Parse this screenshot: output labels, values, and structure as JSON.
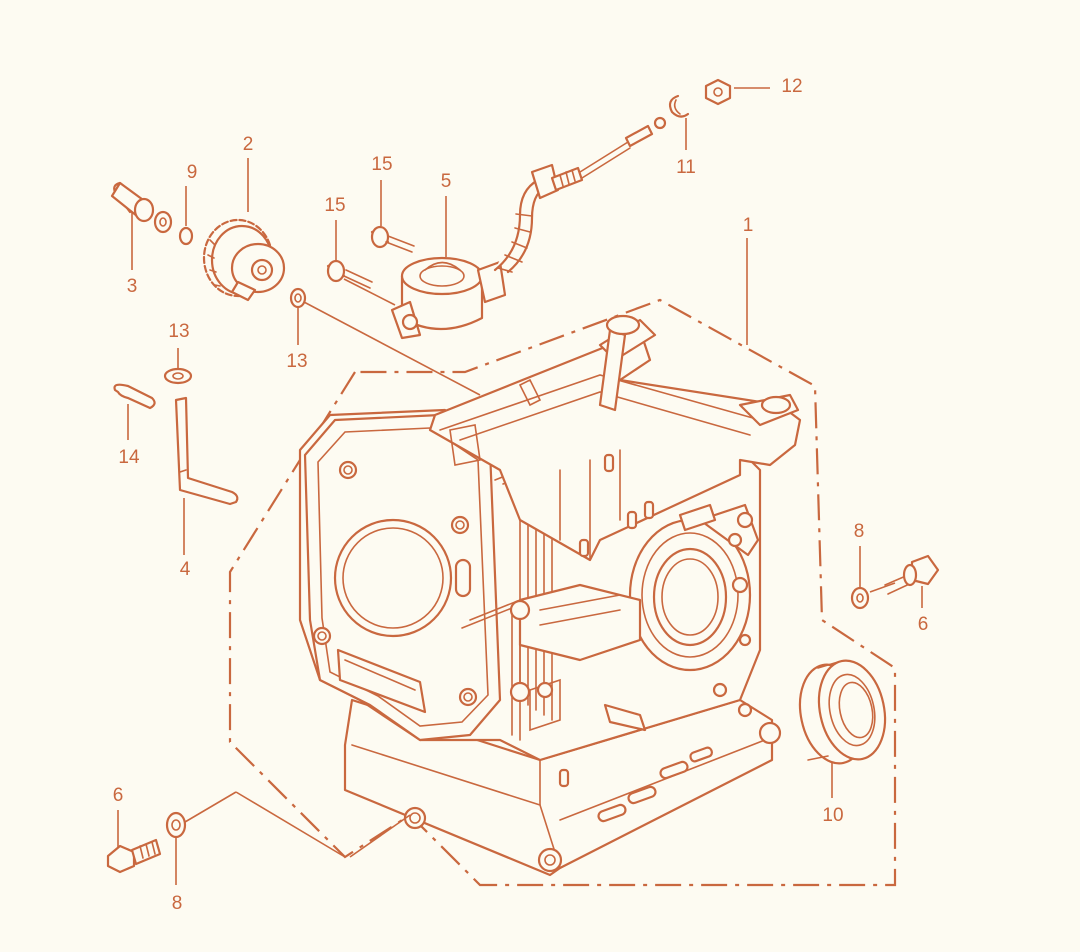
{
  "colors": {
    "line": "#c9683f",
    "background": "#fdfbf2"
  },
  "callouts": {
    "c1": "1",
    "c2": "2",
    "c3": "3",
    "c4": "4",
    "c5": "5",
    "c6a": "6",
    "c6b": "6",
    "c8a": "8",
    "c8b": "8",
    "c9": "9",
    "c10": "10",
    "c11": "11",
    "c12": "12",
    "c13a": "13",
    "c13b": "13",
    "c14": "14",
    "c15a": "15",
    "c15b": "15"
  }
}
